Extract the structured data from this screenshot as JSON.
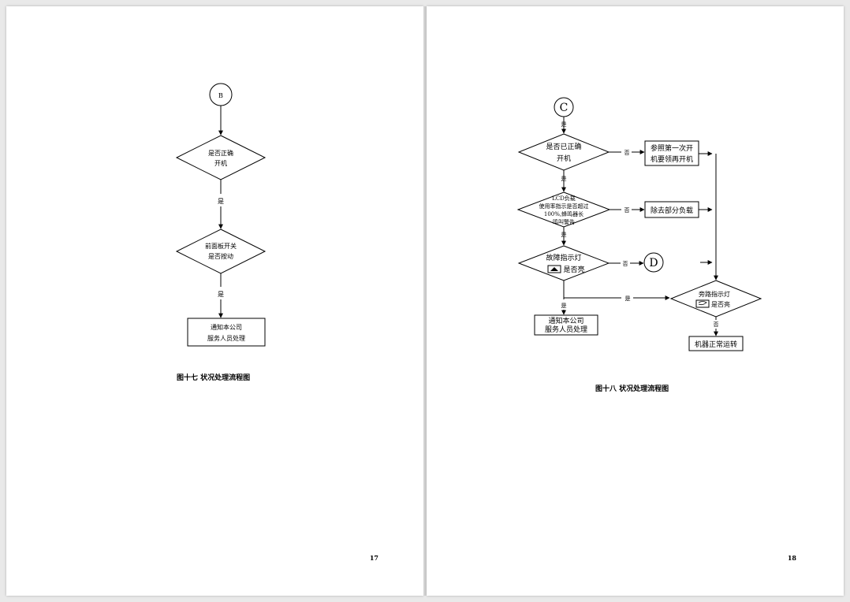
{
  "left_page": {
    "connector": "B",
    "decision1": [
      "是否正确",
      "开机"
    ],
    "yes1": "是",
    "decision2": [
      "前面板开关",
      "是否按动"
    ],
    "yes2": "是",
    "action": [
      "通知本公司",
      "服务人员处理"
    ],
    "caption": "图十七   状况处理流程图",
    "page_number": "17"
  },
  "right_page": {
    "connector_top": "C",
    "yes_top": "是",
    "decision1": [
      "是否已正确",
      "开机"
    ],
    "no1": "否",
    "box1": [
      "参照第一次开",
      "机要领再开机"
    ],
    "yes2": "是",
    "decision2": [
      "LCD负载",
      "使用率指示是否超过",
      "100%,蜂鸣器长",
      "鸣叫警告"
    ],
    "no2": "否",
    "box2": "除去部分负载",
    "yes3": "是",
    "decision3": [
      "故障指示灯",
      "是否亮"
    ],
    "no3": "否",
    "connector_d": "D",
    "yes4": "是",
    "yes_branch": "是",
    "box3": [
      "通知本公司",
      "服务人员处理"
    ],
    "decision4": [
      "旁路指示灯",
      "是否亮"
    ],
    "no4": "否",
    "box4": "机器正常运转",
    "caption": "图十八   状况处理流程图",
    "page_number": "18"
  }
}
